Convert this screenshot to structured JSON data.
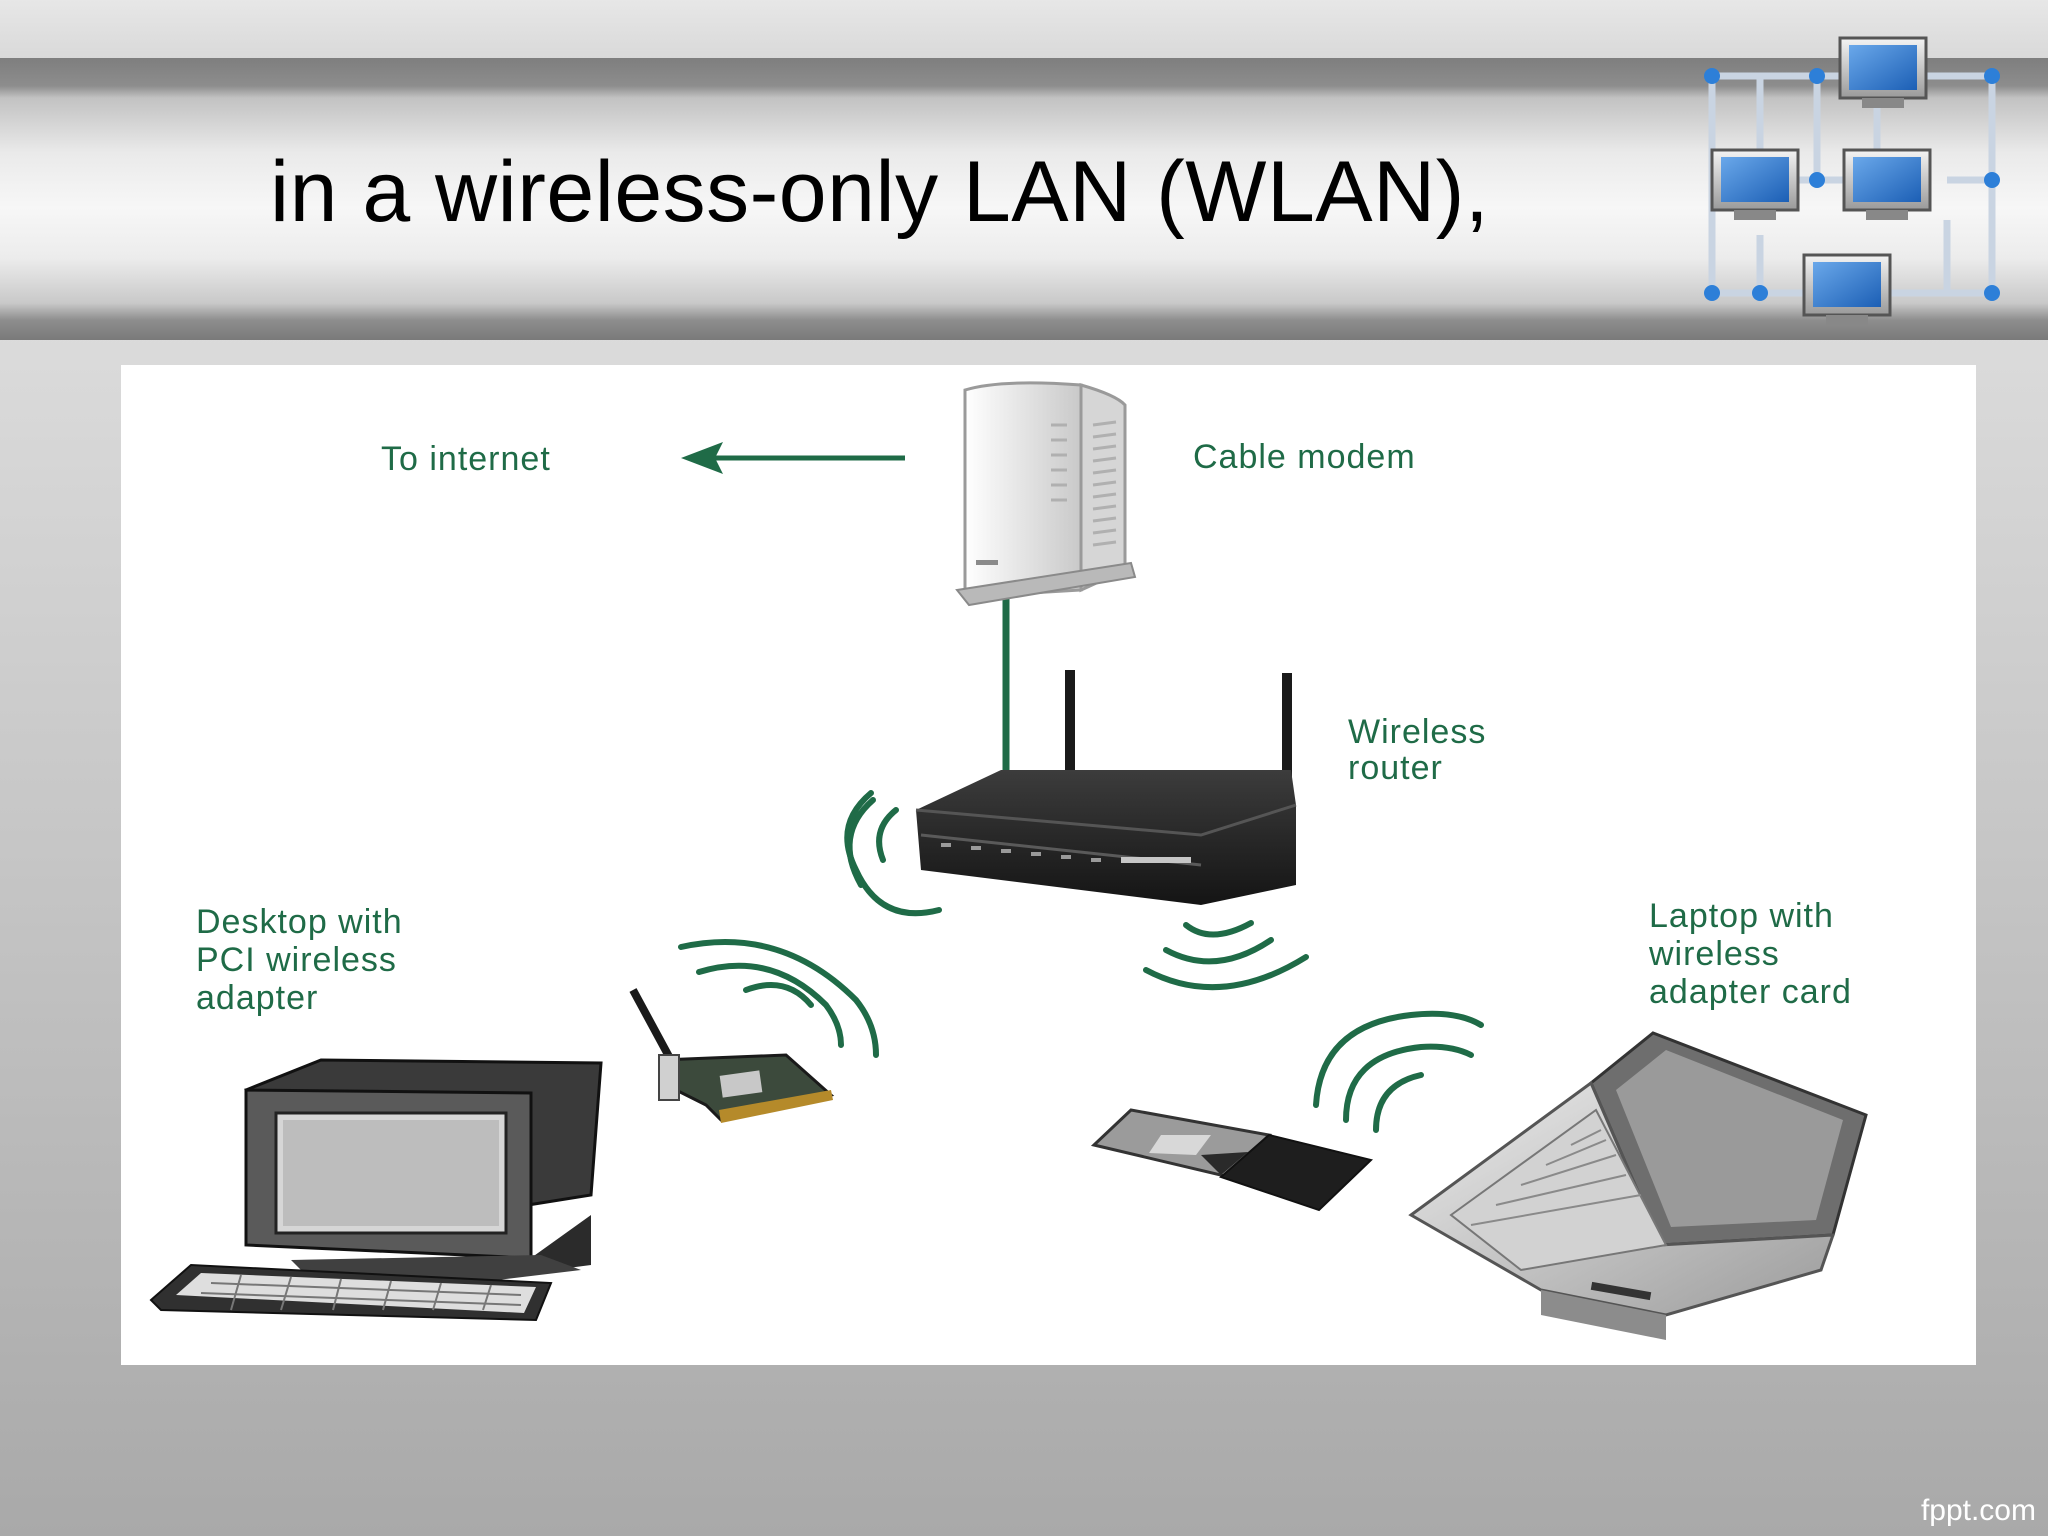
{
  "slide": {
    "title": "in a wireless-only LAN (WLAN),",
    "watermark": "fppt.com"
  },
  "diagram": {
    "labels": {
      "to_internet": "To internet",
      "cable_modem": "Cable modem",
      "wireless_router_1": "Wireless",
      "wireless_router_2": "router",
      "desktop_1": "Desktop with",
      "desktop_2": "PCI wireless",
      "desktop_3": "adapter",
      "laptop_1": "Laptop with",
      "laptop_2": "wireless",
      "laptop_3": "adapter card"
    }
  },
  "colors": {
    "label_green": "#1f6b47",
    "logo_blue": "#1e6fd0"
  }
}
